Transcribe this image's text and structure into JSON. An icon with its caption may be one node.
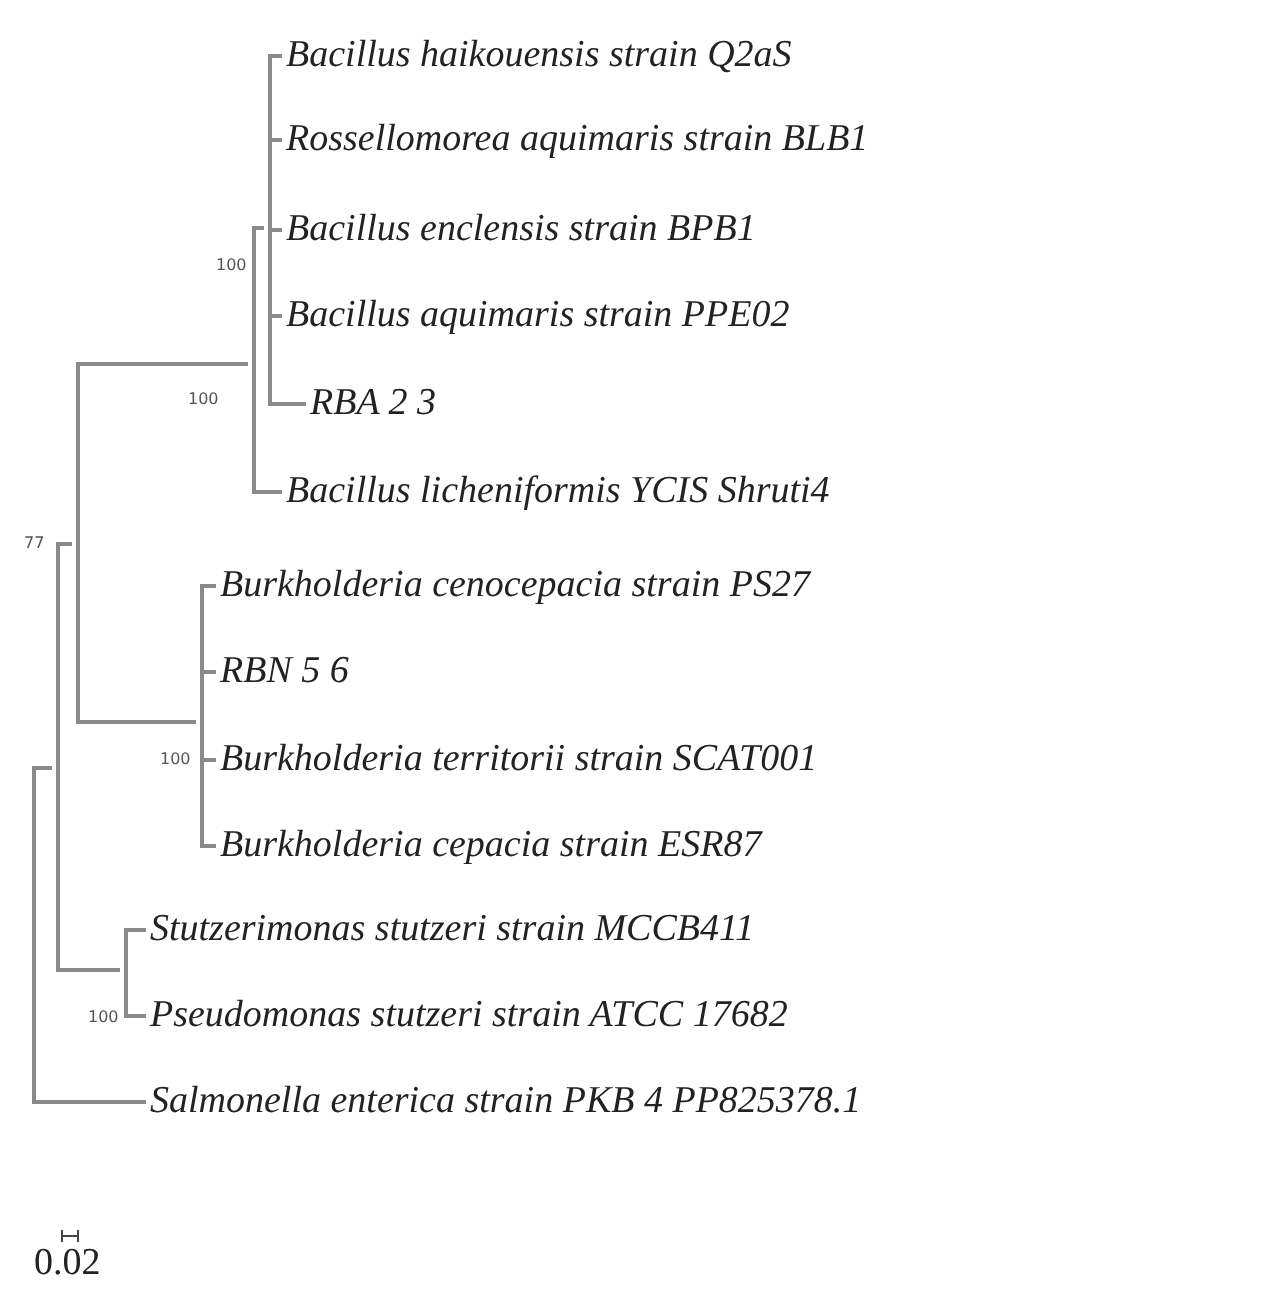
{
  "diagram": {
    "nodes": [
      {
        "text": [
          "Bacillus haikouensis strain Q2aS"
        ]
      },
      {
        "text": [
          "Rossellomorea aquimaris strain BLB1"
        ]
      },
      {
        "text": [
          "Bacillus enclensis strain BPB1"
        ]
      },
      {
        "text": [
          "Bacillus aquimaris strain PPE02"
        ]
      },
      {
        "text": [
          "RBA 2 3"
        ]
      },
      {
        "text": [
          "Bacillus licheniformis YCIS Shruti4"
        ]
      },
      {
        "text": [
          "Burkholderia cenocepacia strain PS27"
        ]
      },
      {
        "text": [
          "RBN 5 6"
        ]
      },
      {
        "text": [
          "Burkholderia territorii strain SCAT001"
        ]
      },
      {
        "text": [
          "Burkholderia cepacia strain ESR87"
        ]
      },
      {
        "text": [
          "Stutzerimonas stutzeri strain MCCB411"
        ]
      },
      {
        "text": [
          "Pseudomonas stutzeri strain ATCC 17682"
        ]
      },
      {
        "text": [
          "Salmonella enterica strain PKB 4 PP825378.1"
        ]
      },
      {
        "text": [],
        "shape": "bar"
      },
      {
        "text": [],
        "shape": "bar",
        "beside": [
          "100"
        ]
      },
      {
        "text": [],
        "shape": "bar",
        "beside": [
          "100"
        ]
      },
      {
        "text": [],
        "shape": "bar"
      },
      {
        "text": [],
        "shape": "bar",
        "beside": [
          "100"
        ]
      },
      {
        "text": [],
        "shape": "bar",
        "beside": [
          "77"
        ]
      },
      {
        "text": [],
        "shape": "bar"
      }
    ],
    "edges": [
      {
        "from": 13,
        "to": 0,
        "arrow": "none"
      },
      {
        "from": 13,
        "to": 1,
        "arrow": "none"
      },
      {
        "from": 13,
        "to": 2,
        "arrow": "none"
      },
      {
        "from": 13,
        "to": 3,
        "arrow": "none"
      },
      {
        "from": 13,
        "to": 4,
        "arrow": "none"
      },
      {
        "from": 14,
        "to": 13,
        "arrow": "none"
      },
      {
        "from": 14,
        "to": 5,
        "arrow": "none"
      },
      {
        "from": 15,
        "to": 6,
        "arrow": "none"
      },
      {
        "from": 15,
        "to": 7,
        "arrow": "none"
      },
      {
        "from": 15,
        "to": 8,
        "arrow": "none"
      },
      {
        "from": 15,
        "to": 9,
        "arrow": "none"
      },
      {
        "from": 16,
        "to": 14,
        "arrow": "none"
      },
      {
        "from": 16,
        "to": 15,
        "arrow": "none"
      },
      {
        "from": 17,
        "to": 10,
        "arrow": "none"
      },
      {
        "from": 17,
        "to": 11,
        "arrow": "none"
      },
      {
        "from": 18,
        "to": 16,
        "arrow": "none"
      },
      {
        "from": 18,
        "to": 17,
        "arrow": "none"
      },
      {
        "from": 19,
        "to": 18,
        "arrow": "none"
      },
      {
        "from": 19,
        "to": 12,
        "arrow": "none"
      }
    ],
    "labels": [
      "100",
      "0.02"
    ]
  }
}
